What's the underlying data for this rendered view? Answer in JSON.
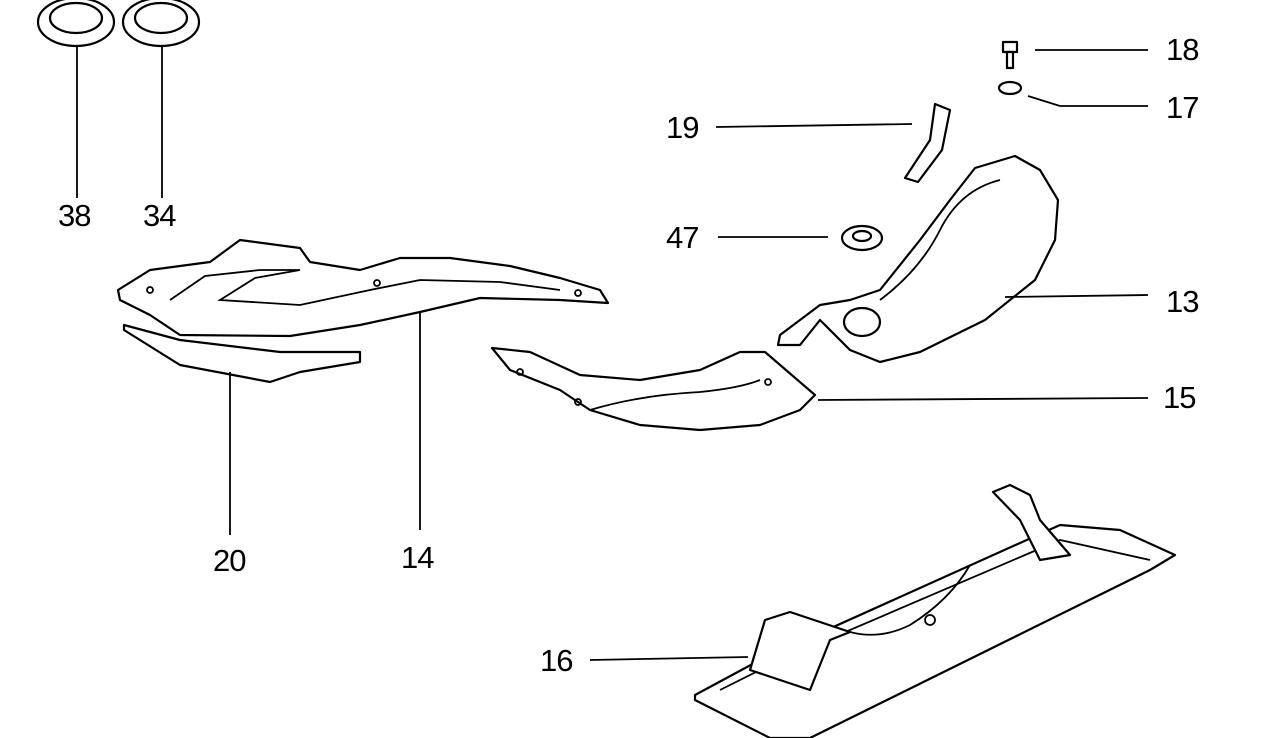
{
  "diagram": {
    "callouts": [
      {
        "id": "38",
        "label": "38"
      },
      {
        "id": "34",
        "label": "34"
      },
      {
        "id": "18",
        "label": "18"
      },
      {
        "id": "17",
        "label": "17"
      },
      {
        "id": "19",
        "label": "19"
      },
      {
        "id": "47",
        "label": "47"
      },
      {
        "id": "13",
        "label": "13"
      },
      {
        "id": "15",
        "label": "15"
      },
      {
        "id": "20",
        "label": "20"
      },
      {
        "id": "14",
        "label": "14"
      },
      {
        "id": "16",
        "label": "16"
      }
    ]
  }
}
